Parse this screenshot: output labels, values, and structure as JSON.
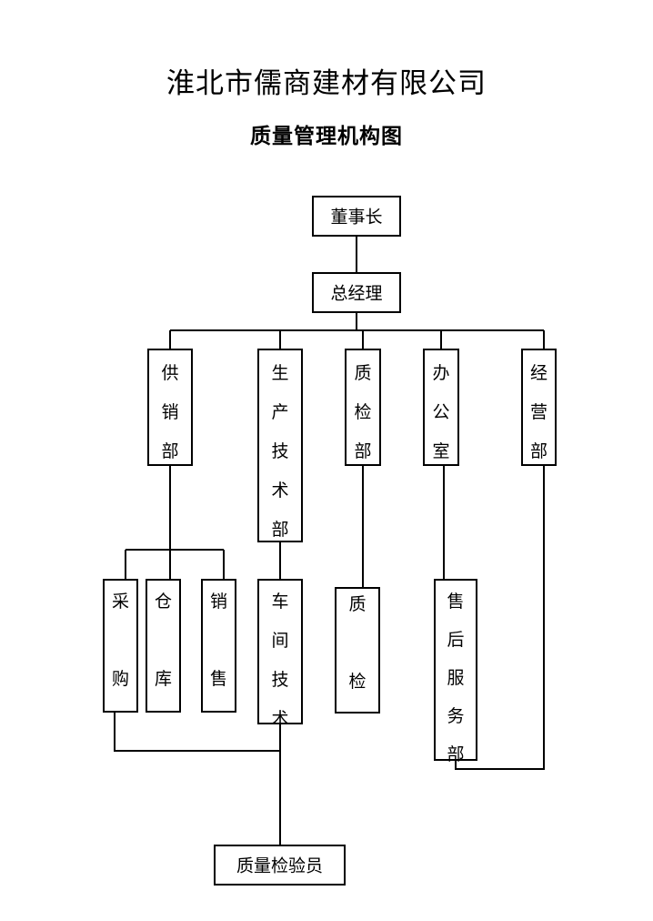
{
  "header": {
    "company": "淮北市儒商建材有限公司",
    "title": "质量管理机构图"
  },
  "nodes": {
    "chairman": "董事长",
    "gm": "总经理",
    "supply_sales": "供销部",
    "production_tech": "生产技术部",
    "quality_inspection_dept": "质检部",
    "office": "办公室",
    "operations": "经营部",
    "procurement": "采购",
    "warehouse": "仓库",
    "sales": "销售",
    "workshop_tech": "车间技术",
    "quality_inspection": "质检",
    "after_sales": "售后服务部",
    "inspector": "质量检验员"
  }
}
